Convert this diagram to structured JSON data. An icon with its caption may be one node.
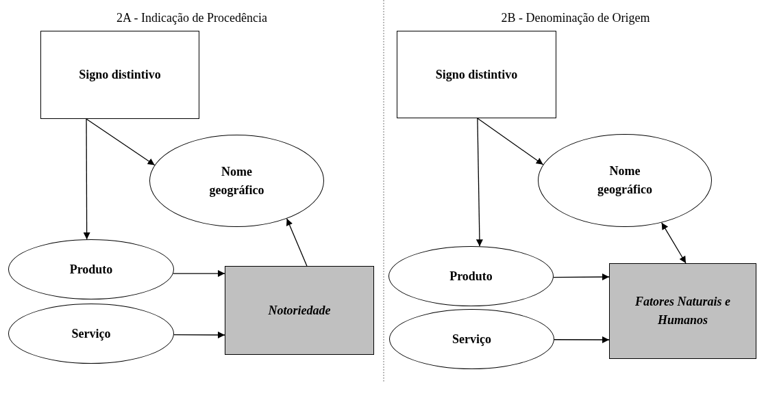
{
  "diagram": {
    "nodes": [
      {
        "text": [
          "Signo distintivo"
        ]
      },
      {
        "text": [
          "Nome geográfico"
        ]
      },
      {
        "text": [
          "Produto"
        ]
      },
      {
        "text": [
          "Serviço"
        ]
      },
      {
        "text": [
          "Notoriedade"
        ]
      },
      {
        "text": [
          "Signo distintivo"
        ]
      },
      {
        "text": [
          "Nome geográfico"
        ]
      },
      {
        "text": [
          "Produto"
        ]
      },
      {
        "text": [
          "Serviço"
        ]
      },
      {
        "text": [
          "Fatores Naturais e Humanos"
        ]
      }
    ],
    "edges": [
      {
        "from": 0,
        "to": 2,
        "arrow": "to"
      },
      {
        "from": 0,
        "to": 1,
        "arrow": "to"
      },
      {
        "from": 2,
        "to": 4,
        "arrow": "to"
      },
      {
        "from": 3,
        "to": 4,
        "arrow": "to"
      },
      {
        "from": 4,
        "to": 1,
        "arrow": "to"
      },
      {
        "from": 5,
        "to": 7,
        "arrow": "to"
      },
      {
        "from": 5,
        "to": 6,
        "arrow": "to"
      },
      {
        "from": 7,
        "to": 9,
        "arrow": "to"
      },
      {
        "from": 8,
        "to": 9,
        "arrow": "to"
      },
      {
        "from": 9,
        "to": 6,
        "arrow": "both"
      }
    ],
    "labels": [
      "2A - Indicação de Procedência",
      "2B - Denominação de Origem"
    ]
  }
}
